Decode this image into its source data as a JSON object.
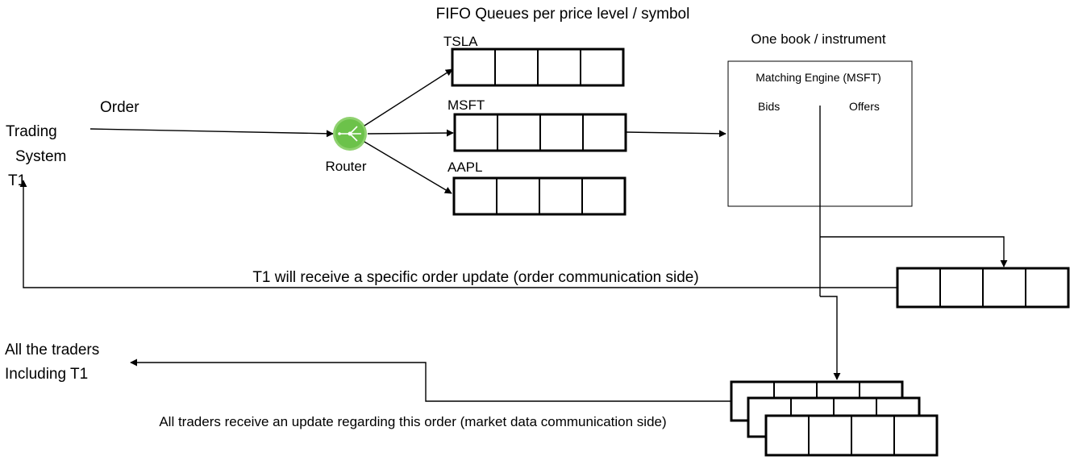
{
  "title": "FIFO Queues per price level / symbol",
  "book_label": "One book / instrument",
  "order_label": "Order",
  "trading_system": [
    "Trading",
    "System",
    "T1"
  ],
  "router_label": "Router",
  "queues": {
    "tsla": "TSLA",
    "msft": "MSFT",
    "aapl": "AAPL"
  },
  "engine": {
    "title": "Matching Engine (MSFT)",
    "bids": "Bids",
    "offers": "Offers"
  },
  "order_update_text": "T1 will receive a specific order update (order communication side)",
  "traders_label": [
    "All the traders",
    "Including T1"
  ],
  "market_data_text": "All traders receive an update regarding this order (market data communication side)",
  "colors": {
    "router": "#6cc24a",
    "router_ring": "#8fd16f",
    "line": "#000000"
  },
  "icons": {
    "router": "router-icon"
  }
}
